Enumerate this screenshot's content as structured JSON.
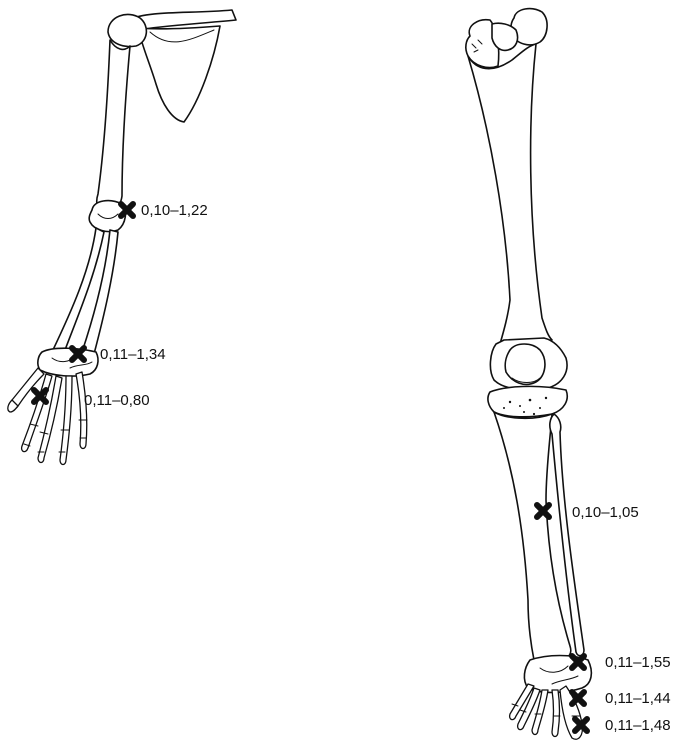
{
  "markers": {
    "arm_elbow": "0,10–1,22",
    "arm_wrist": "0,11–1,34",
    "arm_hand": "0,11–0,80",
    "leg_tibia": "0,10–1,05",
    "leg_ankle": "0,11–1,55",
    "leg_foot_upper": "0,11–1,44",
    "leg_foot_lower": "0,11–1,48"
  }
}
